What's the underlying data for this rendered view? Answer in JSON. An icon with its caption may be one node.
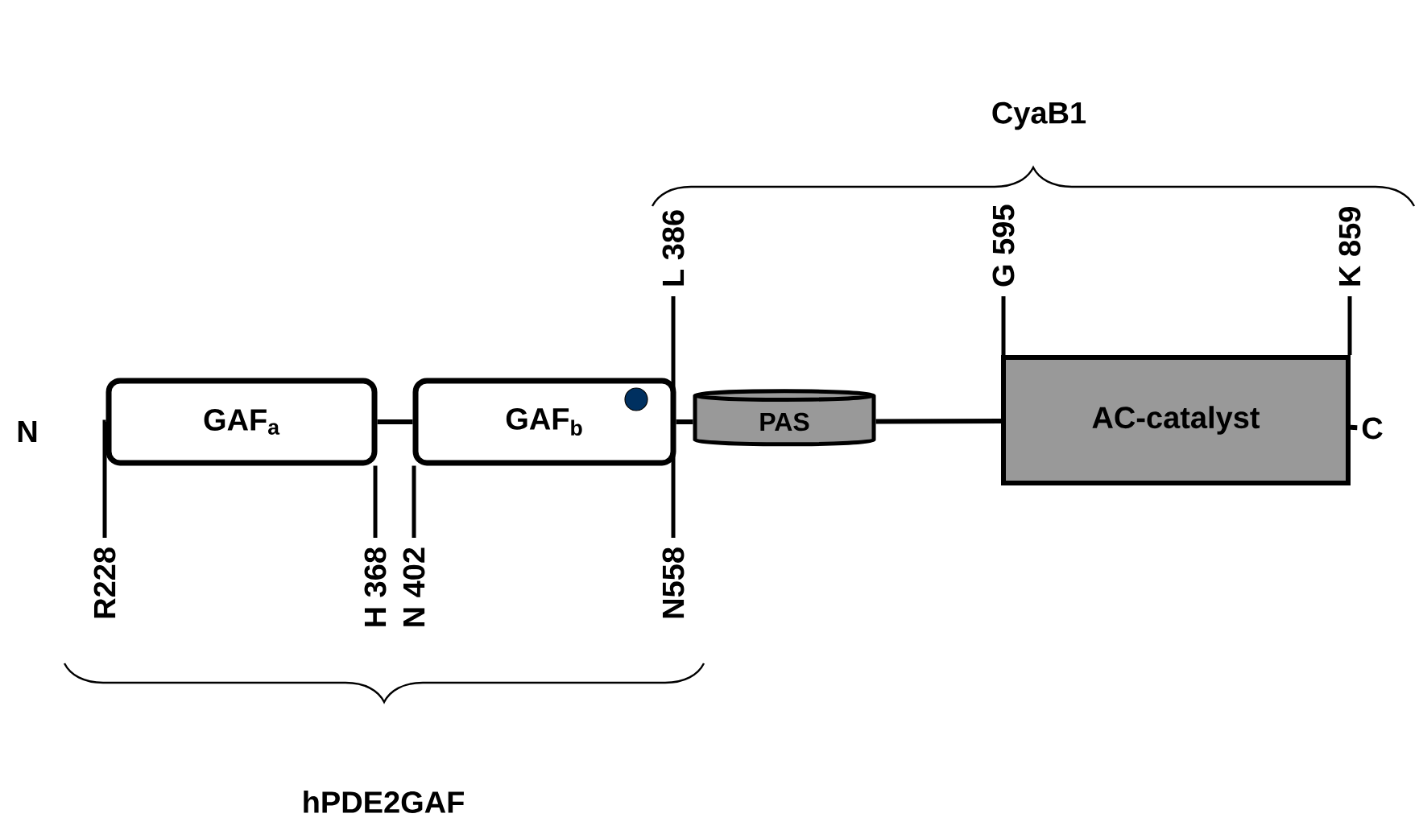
{
  "diagram": {
    "nodes": [
      {
        "text": [
          "GAF$_{a}$"
        ]
      },
      {
        "text": [
          "GAF$_{b}$"
        ]
      },
      {
        "text": [
          "PAS"
        ]
      },
      {
        "text": [
          "AC-catalyst"
        ]
      },
      {
        "text": [
          "C"
        ]
      },
      {
        "text": [
          "L 386"
        ]
      },
      {
        "text": [
          "G 595"
        ]
      },
      {
        "text": [
          "K 859"
        ]
      },
      {
        "text": [
          "R228"
        ]
      },
      {
        "text": [
          "H 368"
        ]
      },
      {
        "text": [
          "N 402"
        ]
      },
      {
        "text": [
          "N558"
        ]
      }
    ],
    "edges": [
      {
        "from": 0,
        "to": 1,
        "arrow": "none"
      },
      {
        "from": 1,
        "to": 2,
        "arrow": "none"
      },
      {
        "from": 2,
        "to": 3,
        "arrow": "none"
      },
      {
        "from": 3,
        "to": 4,
        "arrow": "none"
      },
      {
        "from": 5,
        "to": 11,
        "arrow": "none"
      },
      {
        "from": 6,
        "to": 3,
        "arrow": "none"
      },
      {
        "from": 7,
        "to": 3,
        "arrow": "none"
      },
      {
        "from": 8,
        "to": 0,
        "arrow": "none"
      },
      {
        "from": 9,
        "to": 0,
        "arrow": "none"
      },
      {
        "from": 10,
        "to": 1,
        "arrow": "none"
      }
    ],
    "labels": [
      "CyaB1",
      "N",
      "hPDE2GAF"
    ]
  }
}
